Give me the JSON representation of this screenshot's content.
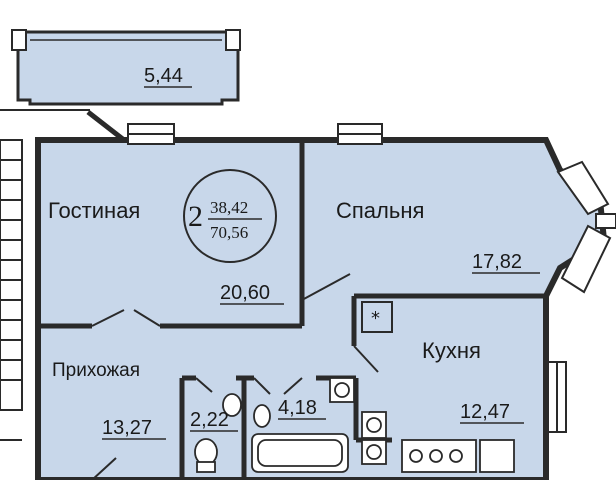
{
  "colors": {
    "room_fill": "#c8d7ea",
    "wall": "#2a2a2a",
    "background": "#ffffff"
  },
  "apartment": {
    "rooms_count": "2",
    "living_area": "38,42",
    "total_area": "70,56"
  },
  "rooms": {
    "balcony": {
      "label": "",
      "area": "5,44"
    },
    "living_room": {
      "label": "Гостиная",
      "area": "20,60"
    },
    "bedroom": {
      "label": "Спальня",
      "area": "17,82"
    },
    "hallway": {
      "label": "Прихожая",
      "area": "13,27"
    },
    "toilet": {
      "label": "",
      "area": "2,22"
    },
    "bathroom": {
      "label": "",
      "area": "4,18"
    },
    "kitchen": {
      "label": "Кухня",
      "area": "12,47"
    }
  },
  "kitchen_vent_symbol": "*"
}
